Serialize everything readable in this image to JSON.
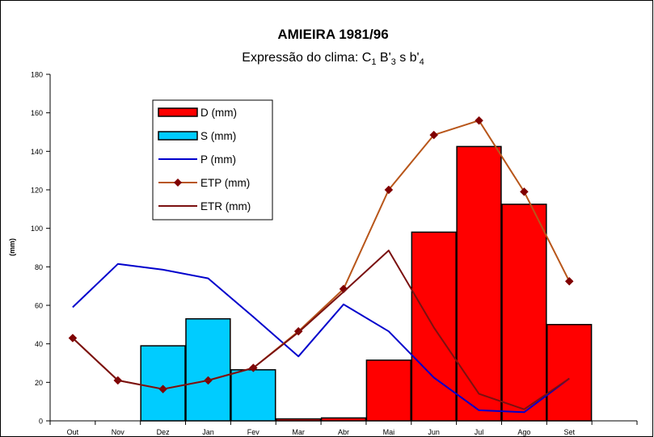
{
  "chart_data": {
    "type": "bar",
    "title": "AMIEIRA 1981/96",
    "subtitle": {
      "prefix": "Expressão do clima: C",
      "c_sub": "1",
      "b": " B'",
      "b_sub": "3",
      "middle": " s b'",
      "end_sub": "4"
    },
    "ylabel": "(mm)",
    "xlabel": "",
    "ylim": [
      0,
      180
    ],
    "yticks": [
      0,
      20,
      40,
      60,
      80,
      100,
      120,
      140,
      160,
      180
    ],
    "categories": [
      "Out",
      "Nov",
      "Dez",
      "Jan",
      "Fev",
      "Mar",
      "Abr",
      "Mai",
      "Jun",
      "Jul",
      "Ago",
      "Set"
    ],
    "grid": false,
    "legend_position": "top-left",
    "series": [
      {
        "name": "D (mm)",
        "kind": "bar",
        "color": "#ff0000",
        "values": [
          0,
          0,
          0,
          0,
          0,
          1,
          1.5,
          31.5,
          98,
          142.5,
          112.5,
          50
        ]
      },
      {
        "name": "S (mm)",
        "kind": "bar",
        "color": "#00ccff",
        "values": [
          0,
          0,
          39,
          53,
          26.5,
          0,
          0,
          0,
          0,
          0,
          0,
          0
        ]
      },
      {
        "name": "P (mm)",
        "kind": "line",
        "color": "#0000cc",
        "values": [
          59,
          81.5,
          78.5,
          74,
          54,
          33.5,
          60.5,
          46.5,
          22.5,
          5.5,
          4.5,
          22
        ]
      },
      {
        "name": "ETP (mm)",
        "kind": "line-marker",
        "color": "#b8561a",
        "marker_color": "#800000",
        "values": [
          43,
          21,
          16.5,
          21,
          27.5,
          46.5,
          68.5,
          120,
          148.5,
          156,
          119,
          72.5
        ]
      },
      {
        "name": "ETR (mm)",
        "kind": "line",
        "color": "#7a1010",
        "values": [
          43,
          21,
          16.5,
          21,
          27.5,
          46,
          67,
          88.5,
          48.5,
          14,
          6,
          22
        ]
      }
    ]
  }
}
